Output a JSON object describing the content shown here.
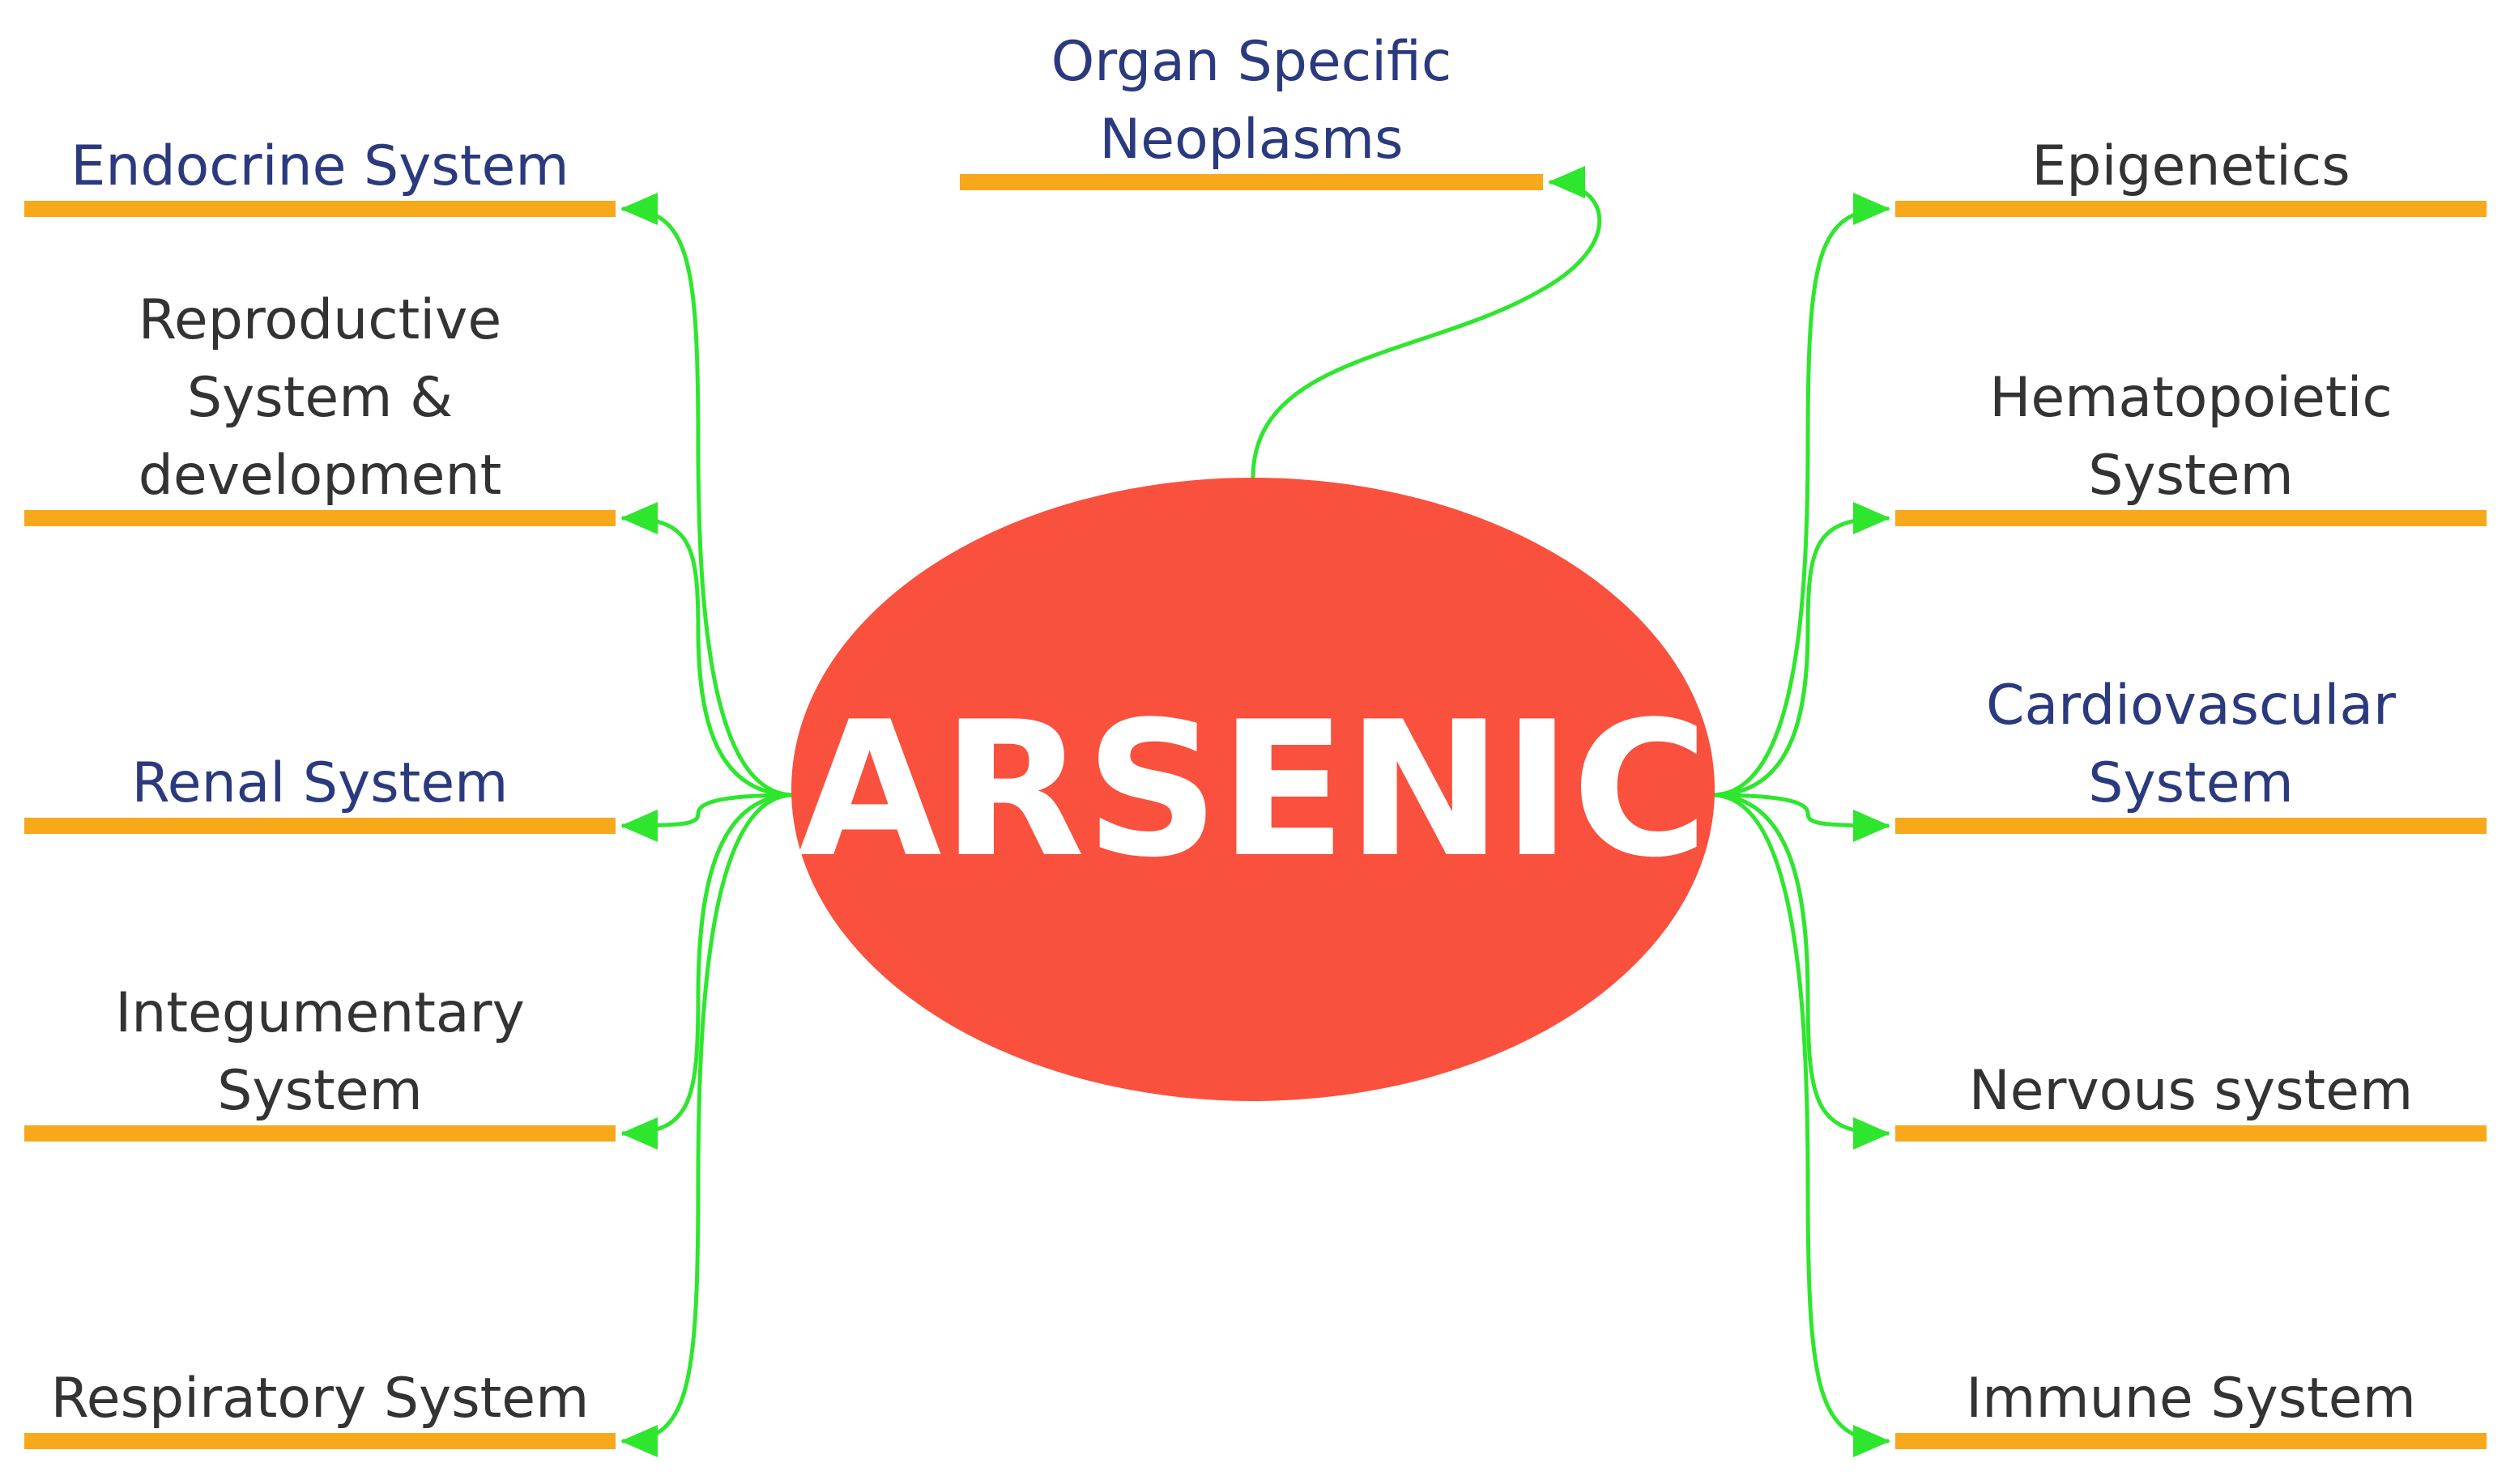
{
  "center": {
    "label": "ARSENIC",
    "fill_color": "#FA503E",
    "text_color": "#FFFFFF"
  },
  "colors": {
    "underline": "#F7A81B",
    "connector": "#2EE62E",
    "text_navy": "#2B3A7E",
    "text_dark": "#333333"
  },
  "nodes": [
    {
      "id": "organ-specific-neoplasms",
      "lines": [
        "Organ Specific",
        "Neoplasms"
      ],
      "color": "navy"
    },
    {
      "id": "endocrine-system",
      "lines": [
        "Endocrine System"
      ],
      "color": "navy"
    },
    {
      "id": "reproductive-system-development",
      "lines": [
        "Reproductive",
        "System &",
        "development"
      ],
      "color": "dark"
    },
    {
      "id": "renal-system",
      "lines": [
        "Renal System"
      ],
      "color": "navy"
    },
    {
      "id": "integumentary-system",
      "lines": [
        "Integumentary",
        "System"
      ],
      "color": "dark"
    },
    {
      "id": "respiratory-system",
      "lines": [
        "Respiratory System"
      ],
      "color": "dark"
    },
    {
      "id": "epigenetics",
      "lines": [
        "Epigenetics"
      ],
      "color": "dark"
    },
    {
      "id": "hematopoietic-system",
      "lines": [
        "Hematopoietic",
        "System"
      ],
      "color": "dark"
    },
    {
      "id": "cardiovascular-system",
      "lines": [
        "Cardiovascular",
        "System"
      ],
      "color": "navy"
    },
    {
      "id": "nervous-system",
      "lines": [
        "Nervous system"
      ],
      "color": "dark"
    },
    {
      "id": "immune-system",
      "lines": [
        "Immune System"
      ],
      "color": "dark"
    }
  ]
}
